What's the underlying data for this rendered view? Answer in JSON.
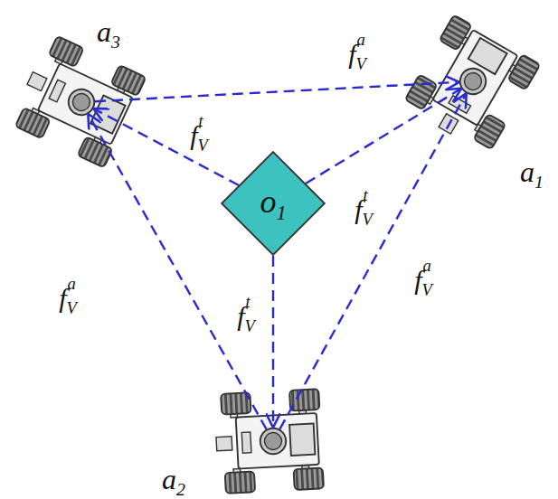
{
  "diagram": {
    "nodes": [
      {
        "text": [
          "a3"
        ]
      },
      {
        "text": [
          "a1"
        ]
      },
      {
        "text": [
          "o1"
        ]
      },
      {
        "text": [
          "a2"
        ]
      }
    ],
    "edges": [
      {
        "from": 3,
        "to": 0,
        "arrow": "to",
        "label": "fVa"
      },
      {
        "from": 0,
        "to": 1,
        "arrow": "to",
        "label": "fVa"
      },
      {
        "from": 3,
        "to": 1,
        "arrow": "to",
        "label": "fVa"
      },
      {
        "from": 2,
        "to": 0,
        "arrow": "to",
        "label": "fVt"
      },
      {
        "from": 2,
        "to": 1,
        "arrow": "to",
        "label": "fVt"
      },
      {
        "from": 2,
        "to": 3,
        "arrow": "to",
        "label": "fVt"
      }
    ]
  }
}
